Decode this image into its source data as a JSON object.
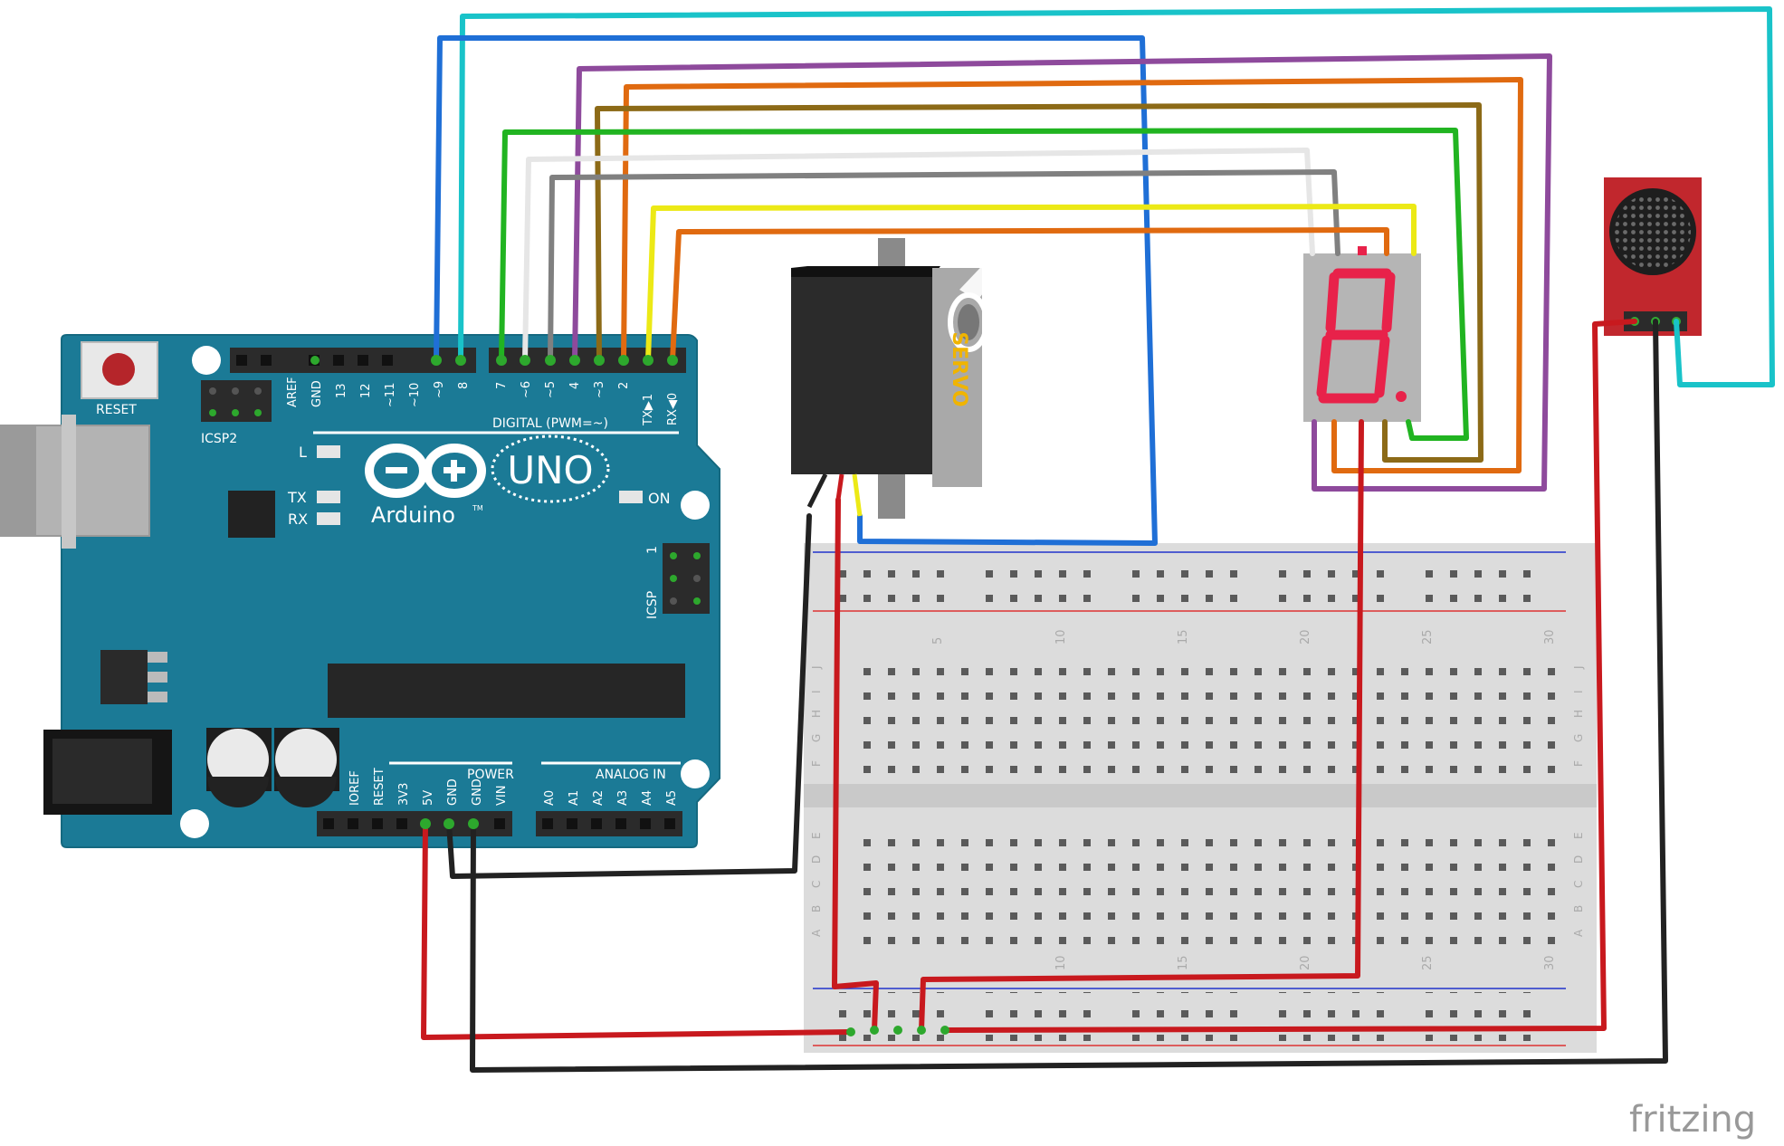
{
  "arduino": {
    "reset_label": "RESET",
    "icsp2_label": "ICSP2",
    "icsp_label": "ICSP",
    "icsp_pin1": "1",
    "l_label": "L",
    "tx_label": "TX",
    "rx_label": "RX",
    "on_label": "ON",
    "brand": "Arduino",
    "tm": "TM",
    "model": "UNO",
    "digital_label": "DIGITAL (PWM=~)",
    "power_label": "POWER",
    "analog_label": "ANALOG IN",
    "digital_pins_left": [
      "AREF",
      "GND",
      "13",
      "12",
      "~11",
      "~10",
      "~9",
      "8"
    ],
    "digital_pins_right": [
      "7",
      "~6",
      "~5",
      "4",
      "~3",
      "2",
      "TX▶1",
      "RX◀0"
    ],
    "power_pins": [
      "IOREF",
      "RESET",
      "3V3",
      "5V",
      "GND",
      "GND",
      "VIN"
    ],
    "analog_pins": [
      "A0",
      "A1",
      "A2",
      "A3",
      "A4",
      "A5"
    ]
  },
  "servo": {
    "label": "SERVO"
  },
  "breadboard": {
    "column_numbers": [
      "5",
      "10",
      "15",
      "20",
      "25",
      "30"
    ],
    "row_letters_top": [
      "J",
      "I",
      "H",
      "G",
      "F"
    ],
    "row_letters_bottom": [
      "E",
      "D",
      "C",
      "B",
      "A"
    ]
  },
  "watermark": "fritzing",
  "colors": {
    "board": "#1b7a96",
    "breadboard": "#dedede",
    "mic_board": "#c1272d",
    "seven_seg_digit": "#e8224a",
    "wire_red": "#c8191e",
    "wire_black": "#222222",
    "wire_blue": "#1f6fd6",
    "wire_cyan": "#19c3c9",
    "wire_purple": "#8e4a9c",
    "wire_orange": "#e06a10",
    "wire_brown": "#8c6a17",
    "wire_green": "#21b421",
    "wire_white": "#e6e6e6",
    "wire_gray": "#808080",
    "wire_yellow": "#ece916"
  }
}
